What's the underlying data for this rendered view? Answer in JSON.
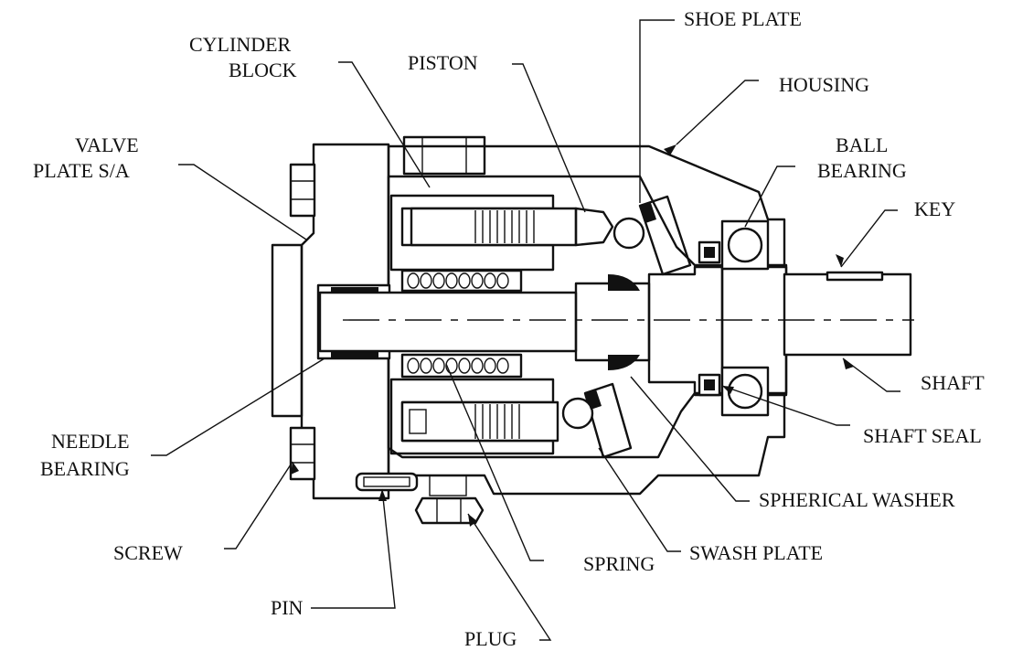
{
  "labels": {
    "cylinder_block_1": "CYLINDER",
    "cylinder_block_2": "BLOCK",
    "piston": "PISTON",
    "shoe_plate": "SHOE PLATE",
    "housing": "HOUSING",
    "valve_plate_1": "VALVE",
    "valve_plate_2": "PLATE S/A",
    "ball_bearing_1": "BALL",
    "ball_bearing_2": "BEARING",
    "key": "KEY",
    "shaft": "SHAFT",
    "shaft_seal": "SHAFT SEAL",
    "needle_bearing_1": "NEEDLE",
    "needle_bearing_2": "BEARING",
    "spherical_washer": "SPHERICAL WASHER",
    "screw": "SCREW",
    "spring": "SPRING",
    "swash_plate": "SWASH PLATE",
    "pin": "PIN",
    "plug": "PLUG"
  },
  "colors": {
    "ink": "#111111",
    "background": "#ffffff"
  }
}
